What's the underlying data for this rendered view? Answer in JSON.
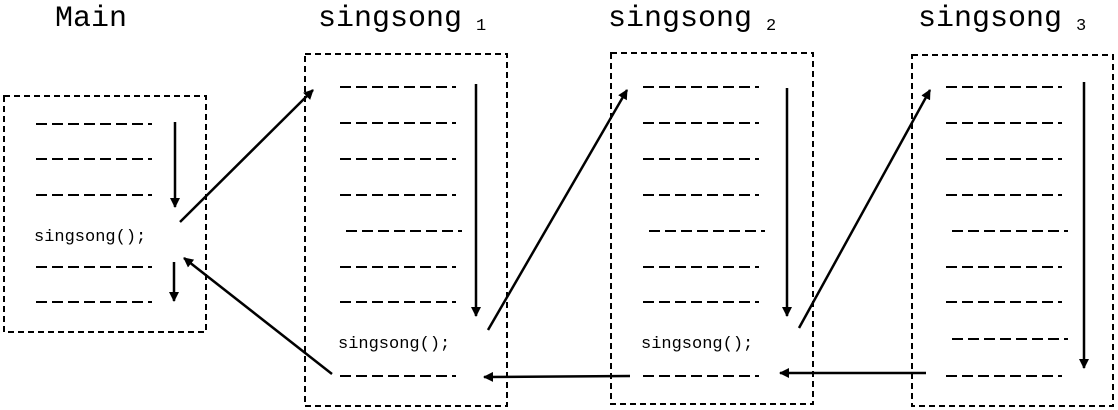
{
  "main": {
    "title": "Main",
    "call": "singsong();"
  },
  "frames": [
    {
      "title": "singsong",
      "index": "1",
      "call": "singsong();"
    },
    {
      "title": "singsong",
      "index": "2",
      "call": "singsong();"
    },
    {
      "title": "singsong",
      "index": "3"
    }
  ]
}
